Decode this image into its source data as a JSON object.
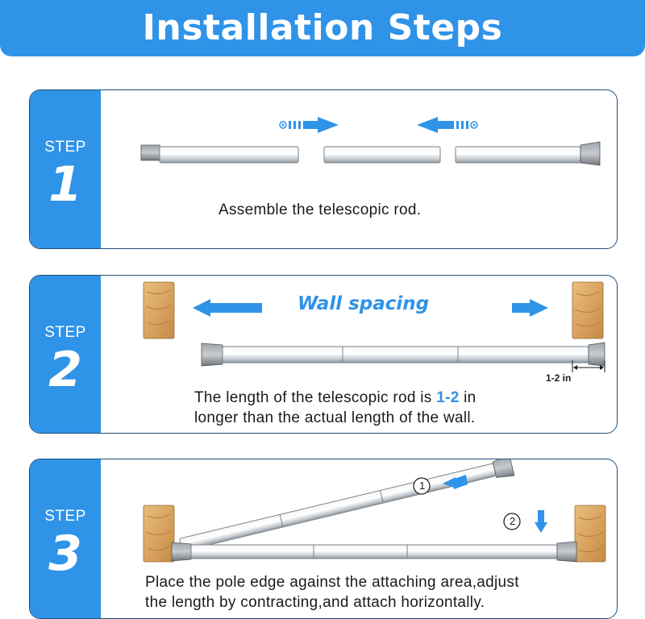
{
  "header": {
    "title": "Installation Steps"
  },
  "steps": [
    {
      "label": "STEP",
      "number": "1",
      "text": "Assemble the telescopic rod."
    },
    {
      "label": "STEP",
      "number": "2",
      "annotation": "Wall spacing",
      "measure": "1-2 in",
      "text_before": "The length of the telescopic rod is ",
      "text_emphasis": "1-2",
      "text_after_line1": " in",
      "text_line2": "longer than the actual length of the wall."
    },
    {
      "label": "STEP",
      "number": "3",
      "marker_1": "1",
      "marker_2": "2",
      "text_line1": "Place the pole edge against the attaching area,adjust",
      "text_line2": "the length by contracting,and attach horizontally."
    }
  ],
  "colors": {
    "accent": "#2f93e8",
    "border": "#1f4e79",
    "wood": "#d9a460",
    "metal": "#cfd4d8"
  }
}
